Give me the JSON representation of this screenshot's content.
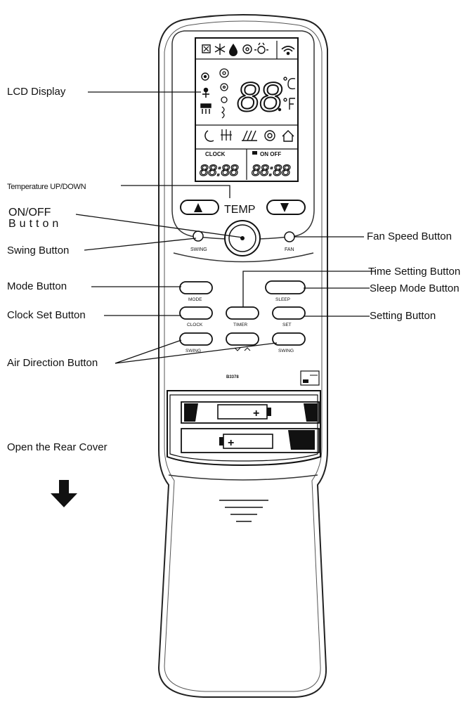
{
  "callouts": {
    "lcd_display": "LCD Display",
    "temperature_updown": "Temperature UP/DOWN",
    "onoff_line1": "ON/OFF",
    "onoff_line2": "Button",
    "swing_button": "Swing Button",
    "fan_speed_button": "Fan Speed Button",
    "mode_button": "Mode Button",
    "time_setting_button": "Time Setting Button",
    "sleep_mode_button": "Sleep Mode Button",
    "clock_set_button": "Clock Set Button",
    "setting_button": "Setting Button",
    "air_direction_button": "Air Direction Button",
    "open_rear_cover": "Open the Rear Cover"
  },
  "lcd": {
    "digits": "88",
    "clock_label": "CLOCK",
    "onoff_label": "ON OFF",
    "clock_time": "88:88",
    "timer_time": "88:88"
  },
  "buttons": {
    "temp": "TEMP",
    "swing": "SWING",
    "fan": "FAN",
    "mode": "MODE",
    "sleep": "SLEEP",
    "clock": "CLOCK",
    "timer": "TIMER",
    "set": "SET",
    "swing_left": "SWING",
    "swing_right": "SWING"
  },
  "battery_area": {
    "model_code": "B3378",
    "plus_top": "+",
    "plus_bottom": "+"
  }
}
